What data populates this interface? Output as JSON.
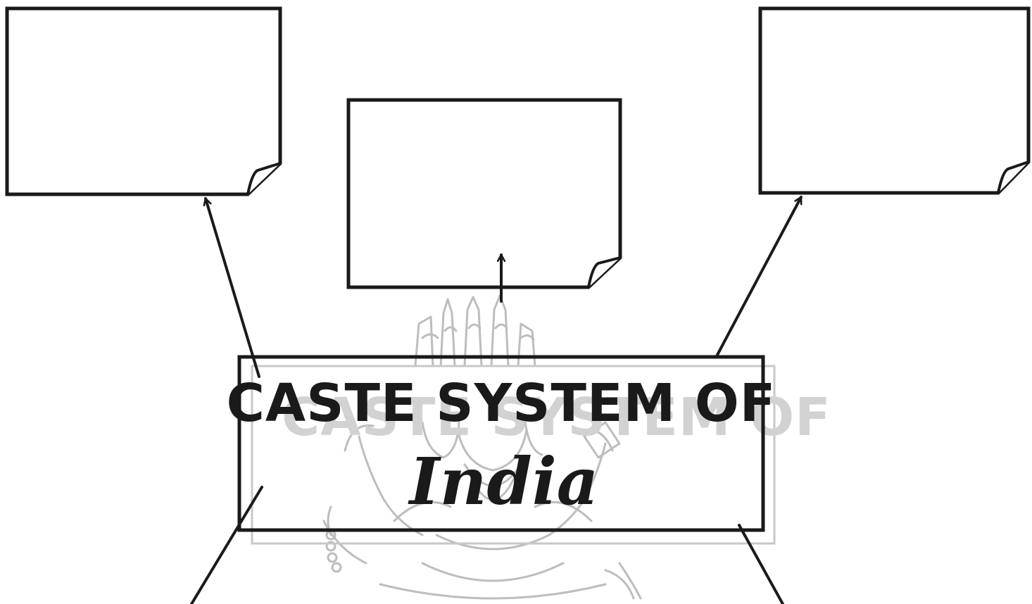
{
  "title": {
    "line1": "CASTE SYSTEM OF",
    "line2": "India"
  },
  "note_boxes": [
    {
      "name": "top-left-note",
      "text": ""
    },
    {
      "name": "top-center-note",
      "text": ""
    },
    {
      "name": "top-right-note",
      "text": ""
    }
  ],
  "colors": {
    "ink": "#1a1a1a",
    "sketch": "#bdbdbd",
    "ghost": "#c8c8c8",
    "paper": "#ffffff"
  },
  "illustration": "four-faced-deity-sketch"
}
